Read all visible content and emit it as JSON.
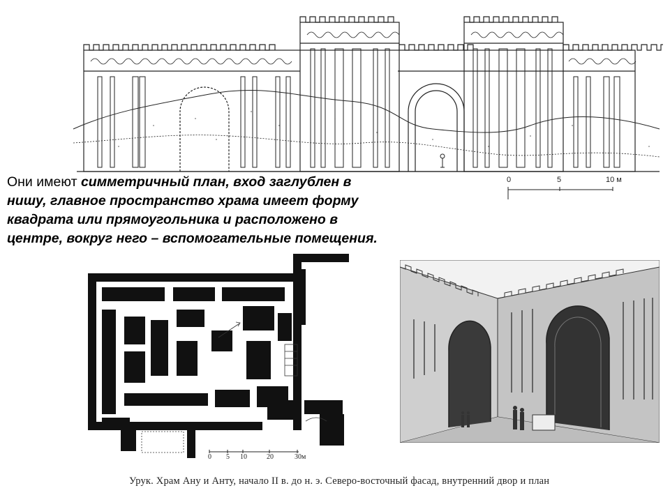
{
  "slide": {
    "text": {
      "plain_start": "Они имеют ",
      "bold_part": "симметричный план, вход заглублен в нишу, главное пространство храма имеет форму квадрата или прямоугольника и расположено в центре, вокруг него – вспомогательные помещения."
    },
    "facade_scale": {
      "labels": [
        "0",
        "5",
        "10 м"
      ]
    },
    "plan_scale": {
      "labels": [
        "0",
        "5",
        "10",
        "20",
        "30м"
      ]
    },
    "caption": "Урук. Храм Ану и Анту, начало II в. до н. э. Северо-восточный фасад, внутренний двор и план"
  },
  "images": {
    "facade": "facade-elevation-drawing",
    "plan": "temple-floor-plan",
    "courtyard": "inner-courtyard-perspective"
  }
}
